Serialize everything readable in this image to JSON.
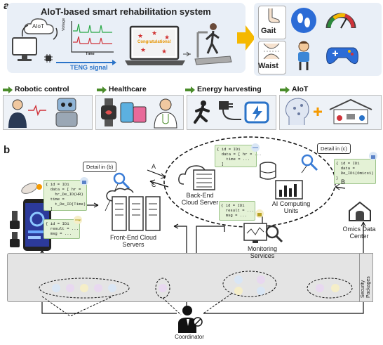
{
  "panel_a": {
    "letter": "a",
    "title": "AIoT-based smart rehabilitation system",
    "aiot_cloud_label": "AIoT",
    "voltage_label": "Voltage",
    "time_label": "Time",
    "teng_label": "TENG signal",
    "laptop_banner": "Congratulations!",
    "gait_label": "Gait",
    "waist_label": "Waist",
    "categories": [
      "Robotic control",
      "Healthcare",
      "Energy harvesting",
      "AIoT"
    ]
  },
  "panel_b": {
    "letter": "b",
    "detail_b": "Detail in (b)",
    "detail_c": "Detail in (c)",
    "arrow_a": "A",
    "arrow_b": "B",
    "arrow_c": "C",
    "frontend_label": "Front-End Cloud\nServers",
    "backend_label": "Back-End\nCloud Server",
    "ai_label": "AI Computing\nUnits",
    "monitoring_label": "Monitoring\nServices",
    "omics_label": "Omics Data\nCenter",
    "coordinator_label": "Coordinator",
    "security_label": "Security\nPackages",
    "code_device_1": "{ id = ID1\n  data = [ hr =\n    hr_De_ID(HR)\n  time =\n    t_De_ID(Time)\n  ]",
    "code_device_2": "{ id = ID1\n  result = ...\n  msg = ...",
    "code_backend_1": "{ id = ID1\n  data = [ hr = ...\n    time = ...\n  ]",
    "code_backend_2": "{ id = ID1\n  result = ...\n  msg = ...",
    "code_omics": "{ id = ID1\n  data =\n  De_ID1(Omics1)\n}"
  },
  "colors": {
    "panel_bg": "#eaf0f7",
    "green_arrow": "#4a8c2a",
    "orange_arrow": "#f5b800",
    "teng_blue": "#2a73c8",
    "code_green": "#e4f2d6"
  }
}
